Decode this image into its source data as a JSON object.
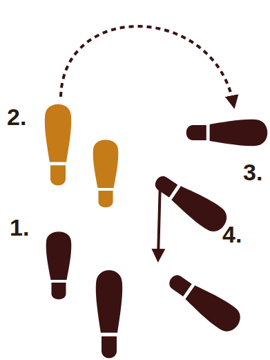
{
  "diagram": {
    "labels": [
      "2.",
      "3.",
      "1.",
      "4."
    ]
  }
}
